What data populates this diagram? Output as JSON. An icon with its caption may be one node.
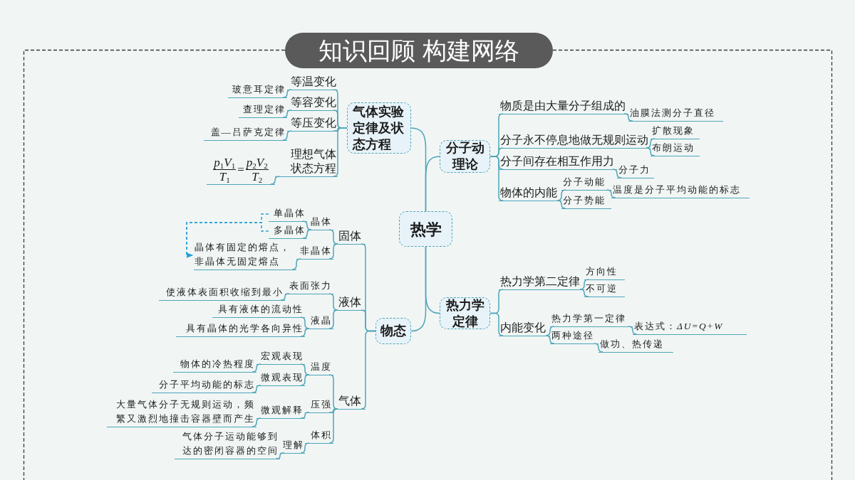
{
  "diagram": {
    "title": "知识回顾 构建网络",
    "nodes": [
      {
        "text": [
          "热学"
        ]
      },
      {
        "text": [
          "气体实验定律及状态方程"
        ]
      },
      {
        "text": [
          "等温变化"
        ]
      },
      {
        "text": [
          "玻意耳定律"
        ]
      },
      {
        "text": [
          "等容变化"
        ]
      },
      {
        "text": [
          "查理定律"
        ]
      },
      {
        "text": [
          "等压变化"
        ]
      },
      {
        "text": [
          "盖—吕萨克定律"
        ]
      },
      {
        "text": [
          "理想气体状态方程"
        ]
      },
      {
        "text": [
          "*p*$_{1}$*V*$_{1}$",
          "*T*$_{1}$",
          "=",
          "*p*$_{2}$*V*$_{2}$",
          "*T*$_{2}$"
        ]
      },
      {
        "text": [
          "分子动理论"
        ]
      },
      {
        "text": [
          "物质是由大量分子组成的"
        ]
      },
      {
        "text": [
          "油膜法测分子直径"
        ]
      },
      {
        "text": [
          "分子永不停息地做无规则运动"
        ]
      },
      {
        "text": [
          "扩散现象"
        ]
      },
      {
        "text": [
          "布朗运动"
        ]
      },
      {
        "text": [
          "分子间存在相互作用力"
        ]
      },
      {
        "text": [
          "分子力"
        ]
      },
      {
        "text": [
          "物体的内能"
        ]
      },
      {
        "text": [
          "分子动能"
        ]
      },
      {
        "text": [
          "温度是分子平均动能的标志"
        ]
      },
      {
        "text": [
          "分子势能"
        ]
      },
      {
        "text": [
          "物态"
        ]
      },
      {
        "text": [
          "固体"
        ]
      },
      {
        "text": [
          "晶体"
        ]
      },
      {
        "text": [
          "单晶体"
        ]
      },
      {
        "text": [
          "多晶体"
        ]
      },
      {
        "text": [
          "非晶体"
        ]
      },
      {
        "text": [
          "晶体有固定的熔点，非晶体无固定熔点"
        ]
      },
      {
        "text": [
          "液体"
        ]
      },
      {
        "text": [
          "表面张力"
        ]
      },
      {
        "text": [
          "使液体表面积收缩到最小"
        ]
      },
      {
        "text": [
          "液晶"
        ]
      },
      {
        "text": [
          "具有液体的流动性"
        ]
      },
      {
        "text": [
          "具有晶体的光学各向异性"
        ]
      },
      {
        "text": [
          "气体"
        ]
      },
      {
        "text": [
          "温度"
        ]
      },
      {
        "text": [
          "宏观表现"
        ]
      },
      {
        "text": [
          "物体的冷热程度"
        ]
      },
      {
        "text": [
          "微观表现"
        ]
      },
      {
        "text": [
          "分子平均动能的标志"
        ]
      },
      {
        "text": [
          "压强"
        ]
      },
      {
        "text": [
          "微观解释"
        ]
      },
      {
        "text": [
          "大量气体分子无规则运动，频繁又激烈地撞击容器壁而产生"
        ]
      },
      {
        "text": [
          "体积"
        ]
      },
      {
        "text": [
          "理解"
        ]
      },
      {
        "text": [
          "气体分子运动能够到达的密闭容器的空间"
        ]
      },
      {
        "text": [
          "热力学定律"
        ]
      },
      {
        "text": [
          "热力学第二定律"
        ]
      },
      {
        "text": [
          "方向性"
        ]
      },
      {
        "text": [
          "不可逆"
        ]
      },
      {
        "text": [
          "内能变化"
        ]
      },
      {
        "text": [
          "热力学第一定律"
        ]
      },
      {
        "text": [
          "表达式：*ΔU*=*Q*+*W*"
        ]
      },
      {
        "text": [
          "两种途径"
        ]
      },
      {
        "text": [
          "做功、热传递"
        ]
      }
    ],
    "edges": [
      {
        "from": 0,
        "to": 1,
        "arrow": "none"
      },
      {
        "from": 0,
        "to": 10,
        "arrow": "none"
      },
      {
        "from": 0,
        "to": 22,
        "arrow": "none"
      },
      {
        "from": 0,
        "to": 47,
        "arrow": "none"
      },
      {
        "from": 1,
        "to": 2,
        "arrow": "none"
      },
      {
        "from": 1,
        "to": 4,
        "arrow": "none"
      },
      {
        "from": 1,
        "to": 6,
        "arrow": "none"
      },
      {
        "from": 1,
        "to": 8,
        "arrow": "none"
      },
      {
        "from": 2,
        "to": 3,
        "arrow": "none"
      },
      {
        "from": 4,
        "to": 5,
        "arrow": "none"
      },
      {
        "from": 6,
        "to": 7,
        "arrow": "none"
      },
      {
        "from": 8,
        "to": 9,
        "arrow": "none"
      },
      {
        "from": 10,
        "to": 11,
        "arrow": "none"
      },
      {
        "from": 11,
        "to": 12,
        "arrow": "none"
      },
      {
        "from": 10,
        "to": 13,
        "arrow": "none"
      },
      {
        "from": 13,
        "to": 14,
        "arrow": "none"
      },
      {
        "from": 13,
        "to": 15,
        "arrow": "none"
      },
      {
        "from": 10,
        "to": 16,
        "arrow": "none"
      },
      {
        "from": 16,
        "to": 17,
        "arrow": "none"
      },
      {
        "from": 10,
        "to": 18,
        "arrow": "none"
      },
      {
        "from": 18,
        "to": 19,
        "arrow": "none"
      },
      {
        "from": 19,
        "to": 20,
        "arrow": "none"
      },
      {
        "from": 18,
        "to": 21,
        "arrow": "none"
      },
      {
        "from": 22,
        "to": 23,
        "arrow": "none"
      },
      {
        "from": 23,
        "to": 24,
        "arrow": "none"
      },
      {
        "from": 24,
        "to": 25,
        "arrow": "none"
      },
      {
        "from": 24,
        "to": 26,
        "arrow": "none"
      },
      {
        "from": 23,
        "to": 27,
        "arrow": "none"
      },
      {
        "from": 27,
        "to": 28,
        "arrow": "none"
      },
      {
        "from": 22,
        "to": 29,
        "arrow": "none"
      },
      {
        "from": 29,
        "to": 30,
        "arrow": "none"
      },
      {
        "from": 30,
        "to": 31,
        "arrow": "none"
      },
      {
        "from": 29,
        "to": 32,
        "arrow": "none"
      },
      {
        "from": 32,
        "to": 33,
        "arrow": "none"
      },
      {
        "from": 32,
        "to": 34,
        "arrow": "none"
      },
      {
        "from": 22,
        "to": 35,
        "arrow": "none"
      },
      {
        "from": 35,
        "to": 36,
        "arrow": "none"
      },
      {
        "from": 36,
        "to": 37,
        "arrow": "none"
      },
      {
        "from": 37,
        "to": 38,
        "arrow": "none"
      },
      {
        "from": 36,
        "to": 39,
        "arrow": "none"
      },
      {
        "from": 39,
        "to": 40,
        "arrow": "none"
      },
      {
        "from": 35,
        "to": 41,
        "arrow": "none"
      },
      {
        "from": 41,
        "to": 42,
        "arrow": "none"
      },
      {
        "from": 42,
        "to": 43,
        "arrow": "none"
      },
      {
        "from": 35,
        "to": 44,
        "arrow": "none"
      },
      {
        "from": 44,
        "to": 45,
        "arrow": "none"
      },
      {
        "from": 45,
        "to": 46,
        "arrow": "none"
      },
      {
        "from": 47,
        "to": 48,
        "arrow": "none"
      },
      {
        "from": 48,
        "to": 49,
        "arrow": "none"
      },
      {
        "from": 48,
        "to": 50,
        "arrow": "none"
      },
      {
        "from": 47,
        "to": 51,
        "arrow": "none"
      },
      {
        "from": 51,
        "to": 52,
        "arrow": "none"
      },
      {
        "from": 52,
        "to": 53,
        "arrow": "none"
      },
      {
        "from": 51,
        "to": 54,
        "arrow": "none"
      },
      {
        "from": 54,
        "to": 55,
        "arrow": "none"
      },
      {
        "from": 25,
        "to": 28,
        "arrow": "to",
        "style": "dashed",
        "color": "#2a9fd6"
      },
      {
        "from": 26,
        "to": 28,
        "arrow": "to",
        "style": "dashed",
        "color": "#2a9fd6"
      }
    ]
  }
}
